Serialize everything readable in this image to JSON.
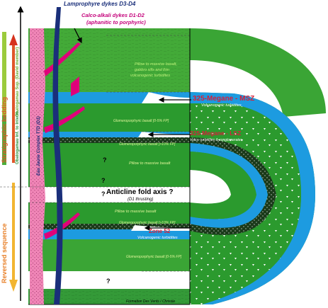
{
  "colors": {
    "green_dark": "#1e8f2a",
    "green_mid": "#3aa535",
    "green_light": "#4caf3b",
    "lime": "#9bcb3c",
    "blue": "#1d9be0",
    "navy": "#1a2f7a",
    "magenta": "#e0007a",
    "pink_tonalite": "#ef85b6",
    "red_text": "#d61f3a",
    "orange": "#e8812a",
    "yellow_orange": "#f2b531",
    "green_label": "#6cab2f",
    "purple_label": "#8a1e6e"
  },
  "labels": {
    "lamprophyre": "Lamprophyre dykes D3-D4",
    "calcalkali_line1": "Calco-alkali dykes D1-D2",
    "calcalkali_line2": "(aphanitic to porphyric)",
    "pillow_massive_gabbro_1": "Pillow to massive basalt,",
    "pillow_massive_gabbro_2": "gabbro sills and thin",
    "pillow_massive_gabbro_3": "volcanogenic turbidites",
    "msz_title": "325-Megane - MSZ",
    "msz_sub": "Volcanogenic turbidites",
    "glom_upper": "Glomeroporphyric basalt [0-5% FP]",
    "lsz_title": "325-Megane - LSZ",
    "lsz_sub": "Volcs. turbidites & conglomerates",
    "glom_upper2": "Glomeroporphyric basalt [>10% FP]",
    "pillow_massive_upper": "Pillow to massive basalt",
    "fold_title": "Anticline fold axis ?",
    "fold_sub": "(D1 thrusting)",
    "pillow_massive_lower": "Pillow to massive basalt",
    "glom_lower2": "Glomeroporphyric basalt [>10% FP]",
    "zone52_title": "Zone 52",
    "zone52_sub": "Volcanogenic turbidites",
    "glom_lower": "Glomeroporphyric basalt [0-5% FP]",
    "formation": "Formation Des Vents / Chrissie",
    "question": "?",
    "vertical_strat": "Stratigraphic bedding",
    "vertical_reversed": "Reversed sequence",
    "vertical_obat_sup": "Obatogamau Sup. (David member)",
    "vertical_obat_int": "Obatogamau Inf. to Interm.",
    "vertical_tonalite": "Eau Jaune Complex TTD (D1)"
  }
}
